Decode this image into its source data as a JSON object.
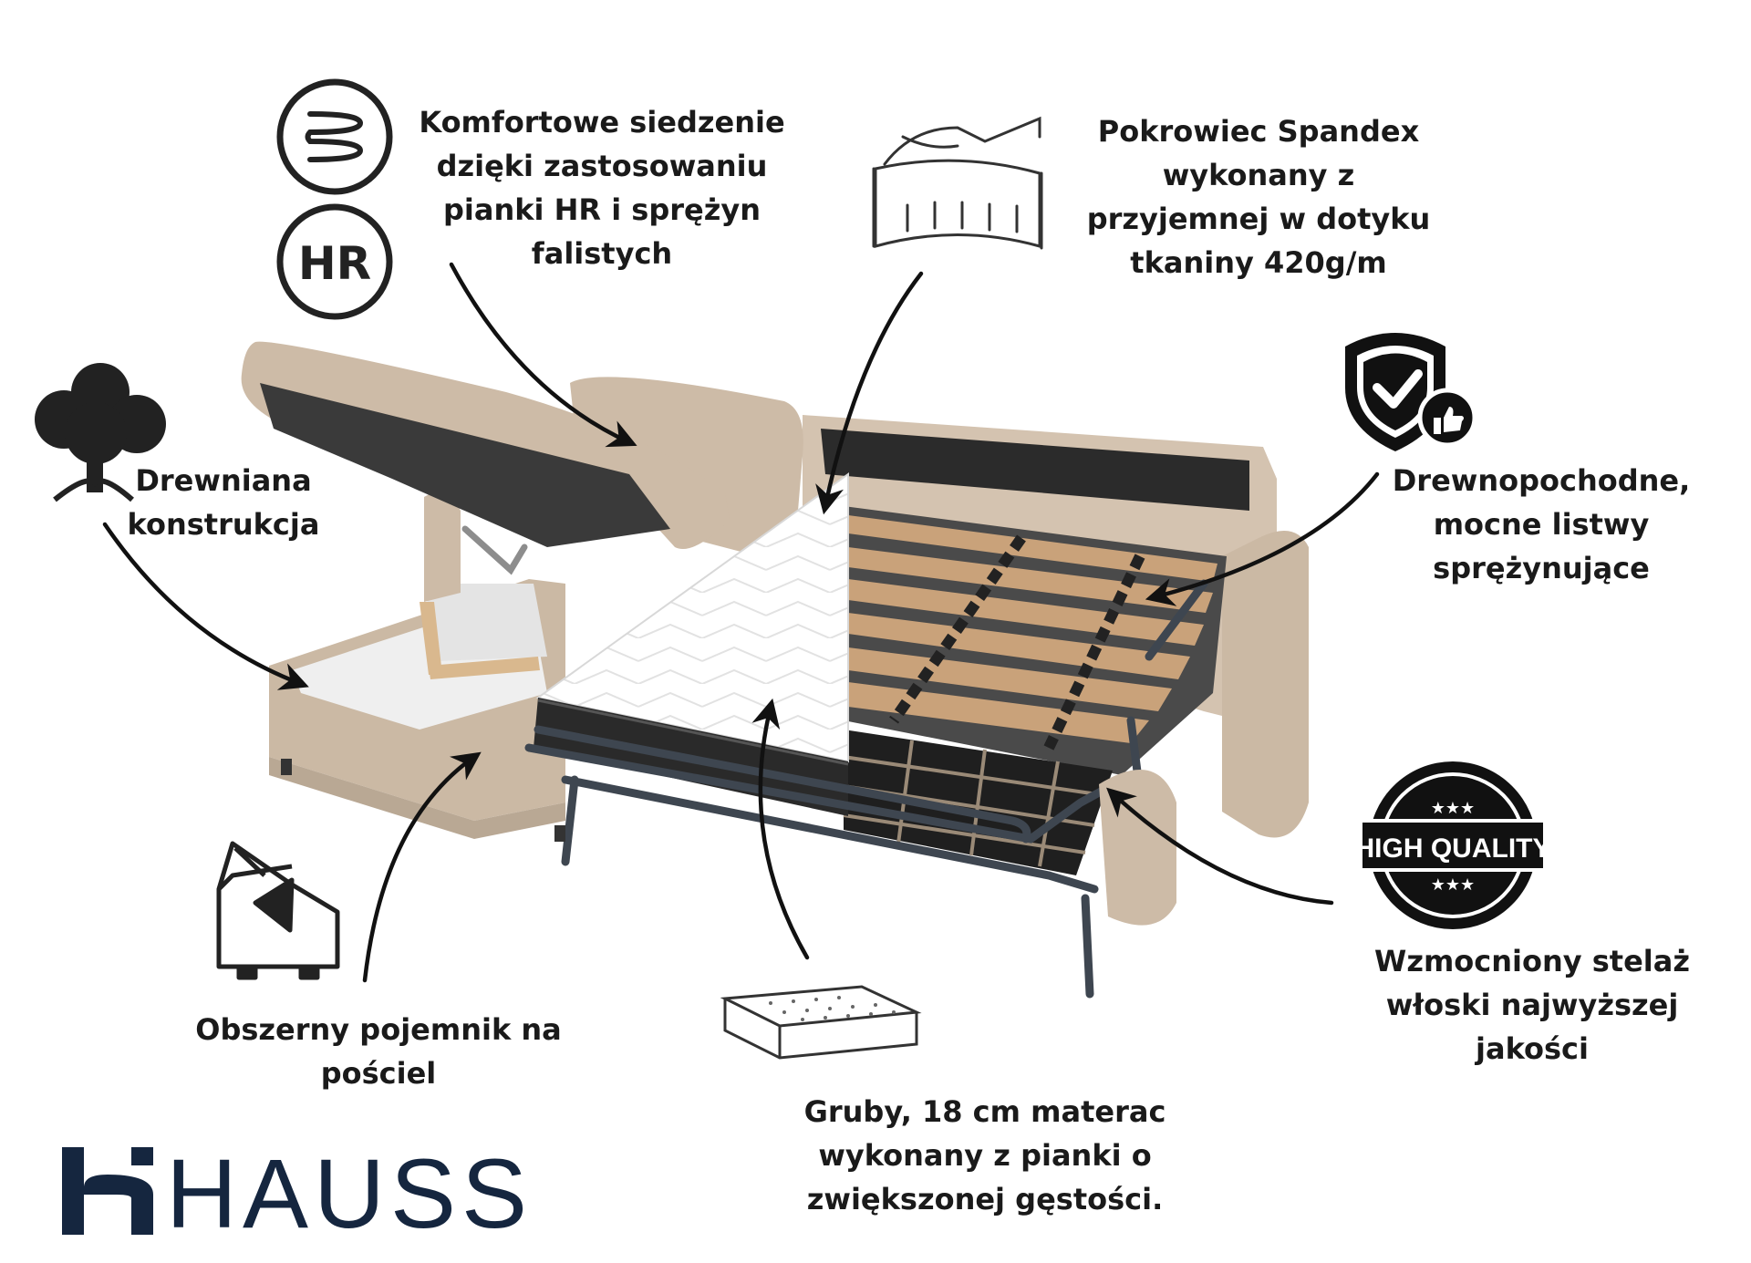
{
  "features": {
    "comfort_seat": "Komfortowe siedzenie\ndzięki zastosowaniu\npianki HR i sprężyn\nfalistych",
    "spandex_cover": "Pokrowiec Spandex\nwykonany z\nprzyjemnej w dotyku\ntkaniny 420g/m",
    "wood_frame": "Drewniana\nkonstrukcja",
    "slats": "Drewnopochodne,\nmocne listwy\nsprężynujące",
    "storage": "Obszerny pojemnik na\npościel",
    "mattress": "Gruby, 18 cm materac\nwykonany z pianki o\nzwiększonej gęstości.",
    "frame": "Wzmocniony stelaż\nwłoski  najwyższej\njakości"
  },
  "badges": {
    "hr_badge": "HR",
    "high_quality": "HIGH QUALITY"
  },
  "brand": {
    "name": "HAUSS",
    "color": "#15263f"
  },
  "colors": {
    "fabric": "#cdbba7",
    "wood": "#c9a27a",
    "metal": "#3e4650",
    "text": "#1a1a1a"
  }
}
